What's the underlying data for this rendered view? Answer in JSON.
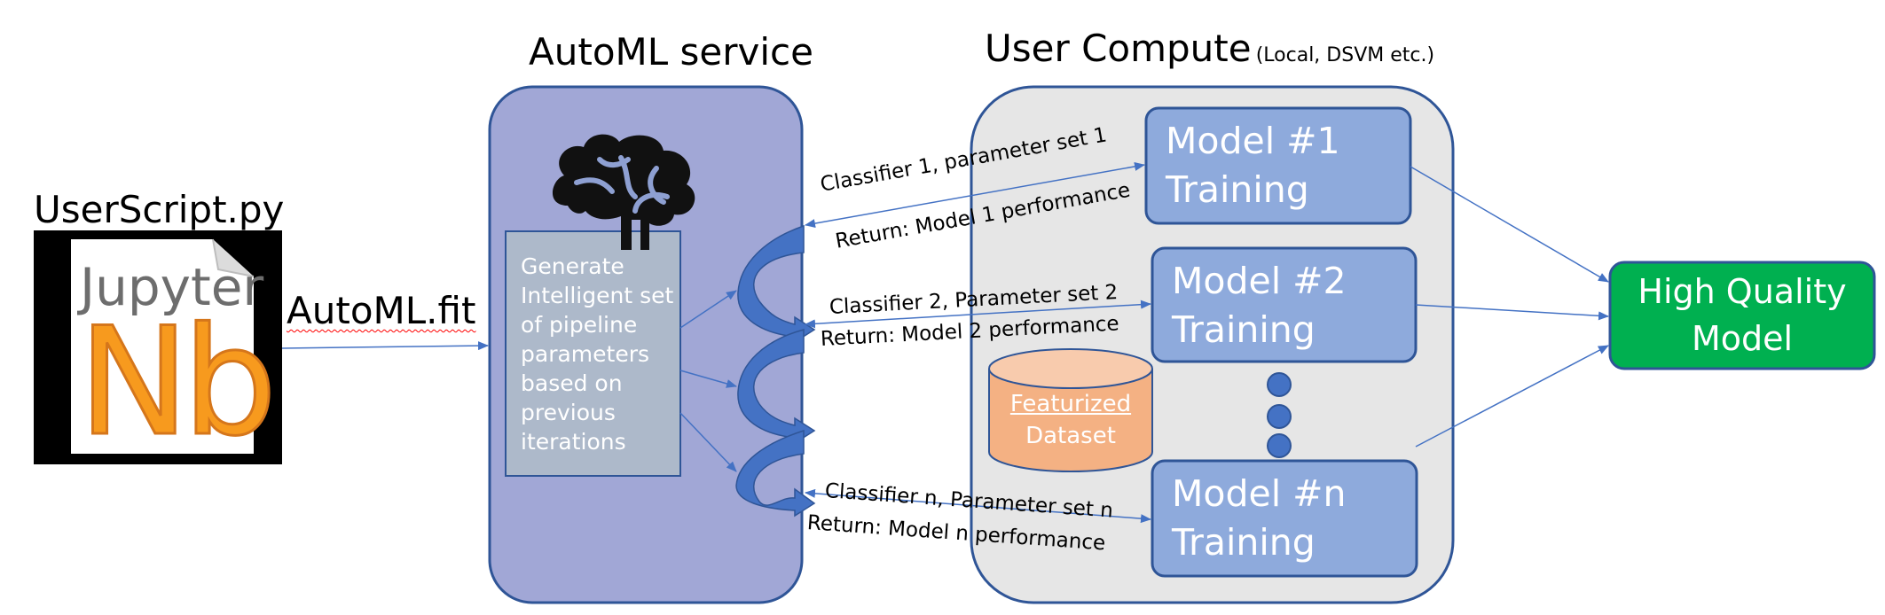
{
  "labels": {
    "user_script": "UserScript.py",
    "automl_fit": "AutoML.fit",
    "automl_service": "AutoML service",
    "user_compute": "User Compute",
    "user_compute_note": "(Local, DSVM etc.)",
    "generate": [
      "Generate",
      "Intelligent set",
      "of pipeline",
      "parameters",
      "based on",
      "previous",
      "iterations"
    ],
    "jupyter": "Jupyter",
    "nb": "Nb",
    "featurized_dataset": [
      "Featurized",
      "Dataset"
    ],
    "high_quality_model": [
      "High Quality",
      "Model"
    ]
  },
  "models": [
    {
      "line1": "Model #1",
      "line2": "Training"
    },
    {
      "line1": "Model #2",
      "line2": "Training"
    },
    {
      "line1": "Model #n",
      "line2": "Training"
    }
  ],
  "messages": {
    "m1_send": "Classifier 1, parameter set 1",
    "m1_return": "Return: Model 1 performance",
    "m2_send": "Classifier 2, Parameter set 2",
    "m2_return": "Return: Model 2 performance",
    "mn_send": "Classifier n, Parameter set n",
    "mn_return": "Return: Model n performance"
  },
  "colors": {
    "service_fill": "#a1a7d6",
    "compute_fill": "#e6e6e6",
    "model_fill": "#8eaadc",
    "hq_fill": "#00b050",
    "dataset_fill": "#f4b183",
    "arrow": "#4472c4",
    "generate_fill": "#adb9ca",
    "brain": "#111111"
  },
  "icons": [
    "brain-icon",
    "jupyter-notebook-icon",
    "cylinder-icon",
    "spiral-arrow-icon"
  ]
}
